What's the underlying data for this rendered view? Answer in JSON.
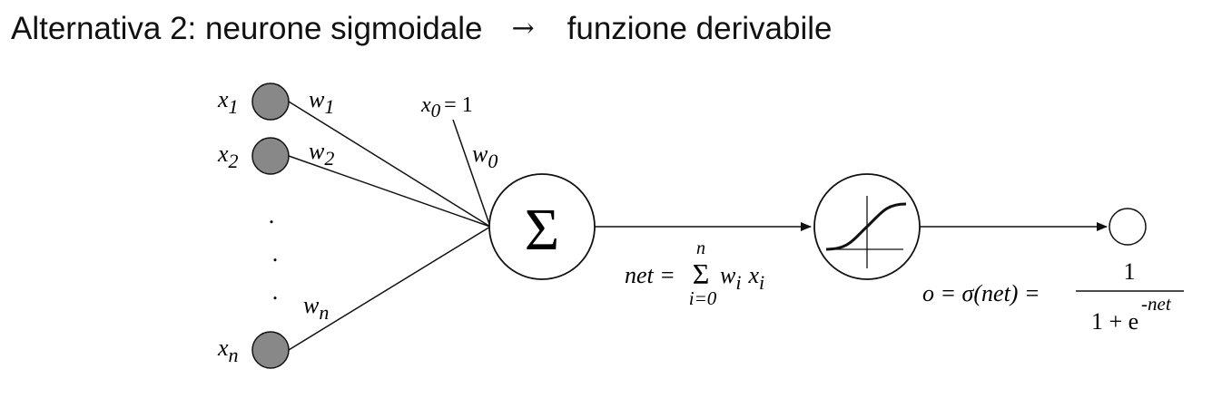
{
  "title": {
    "left": "Alternativa 2: neurone sigmoidale",
    "arrow": "→",
    "right": "funzione derivabile"
  },
  "colors": {
    "input_node_fill": "#888888",
    "stroke": "#111111",
    "background": "#ffffff"
  },
  "inputs": [
    {
      "var": "x",
      "sub": "1",
      "weight": "w",
      "weight_sub": "1"
    },
    {
      "var": "x",
      "sub": "2",
      "weight": "w",
      "weight_sub": "2"
    },
    {
      "var": "x",
      "sub": "n",
      "weight": "w",
      "weight_sub": "n"
    }
  ],
  "ellipsis": ".",
  "bias": {
    "var": "x",
    "sub": "0",
    "equals": "= 1",
    "weight": "w",
    "weight_sub": "0"
  },
  "summation_symbol": "Σ",
  "net_formula": {
    "lhs": "net =",
    "sum": "Σ",
    "upper": "n",
    "lower": "i=0",
    "w": "w",
    "w_sub": "i",
    "x": "x",
    "x_sub": "i"
  },
  "activation_icon": "sigmoid-curve-icon",
  "output_formula": {
    "lhs": "o = σ(net) =",
    "numerator": "1",
    "denominator": "1 + e",
    "exponent": "-net"
  }
}
